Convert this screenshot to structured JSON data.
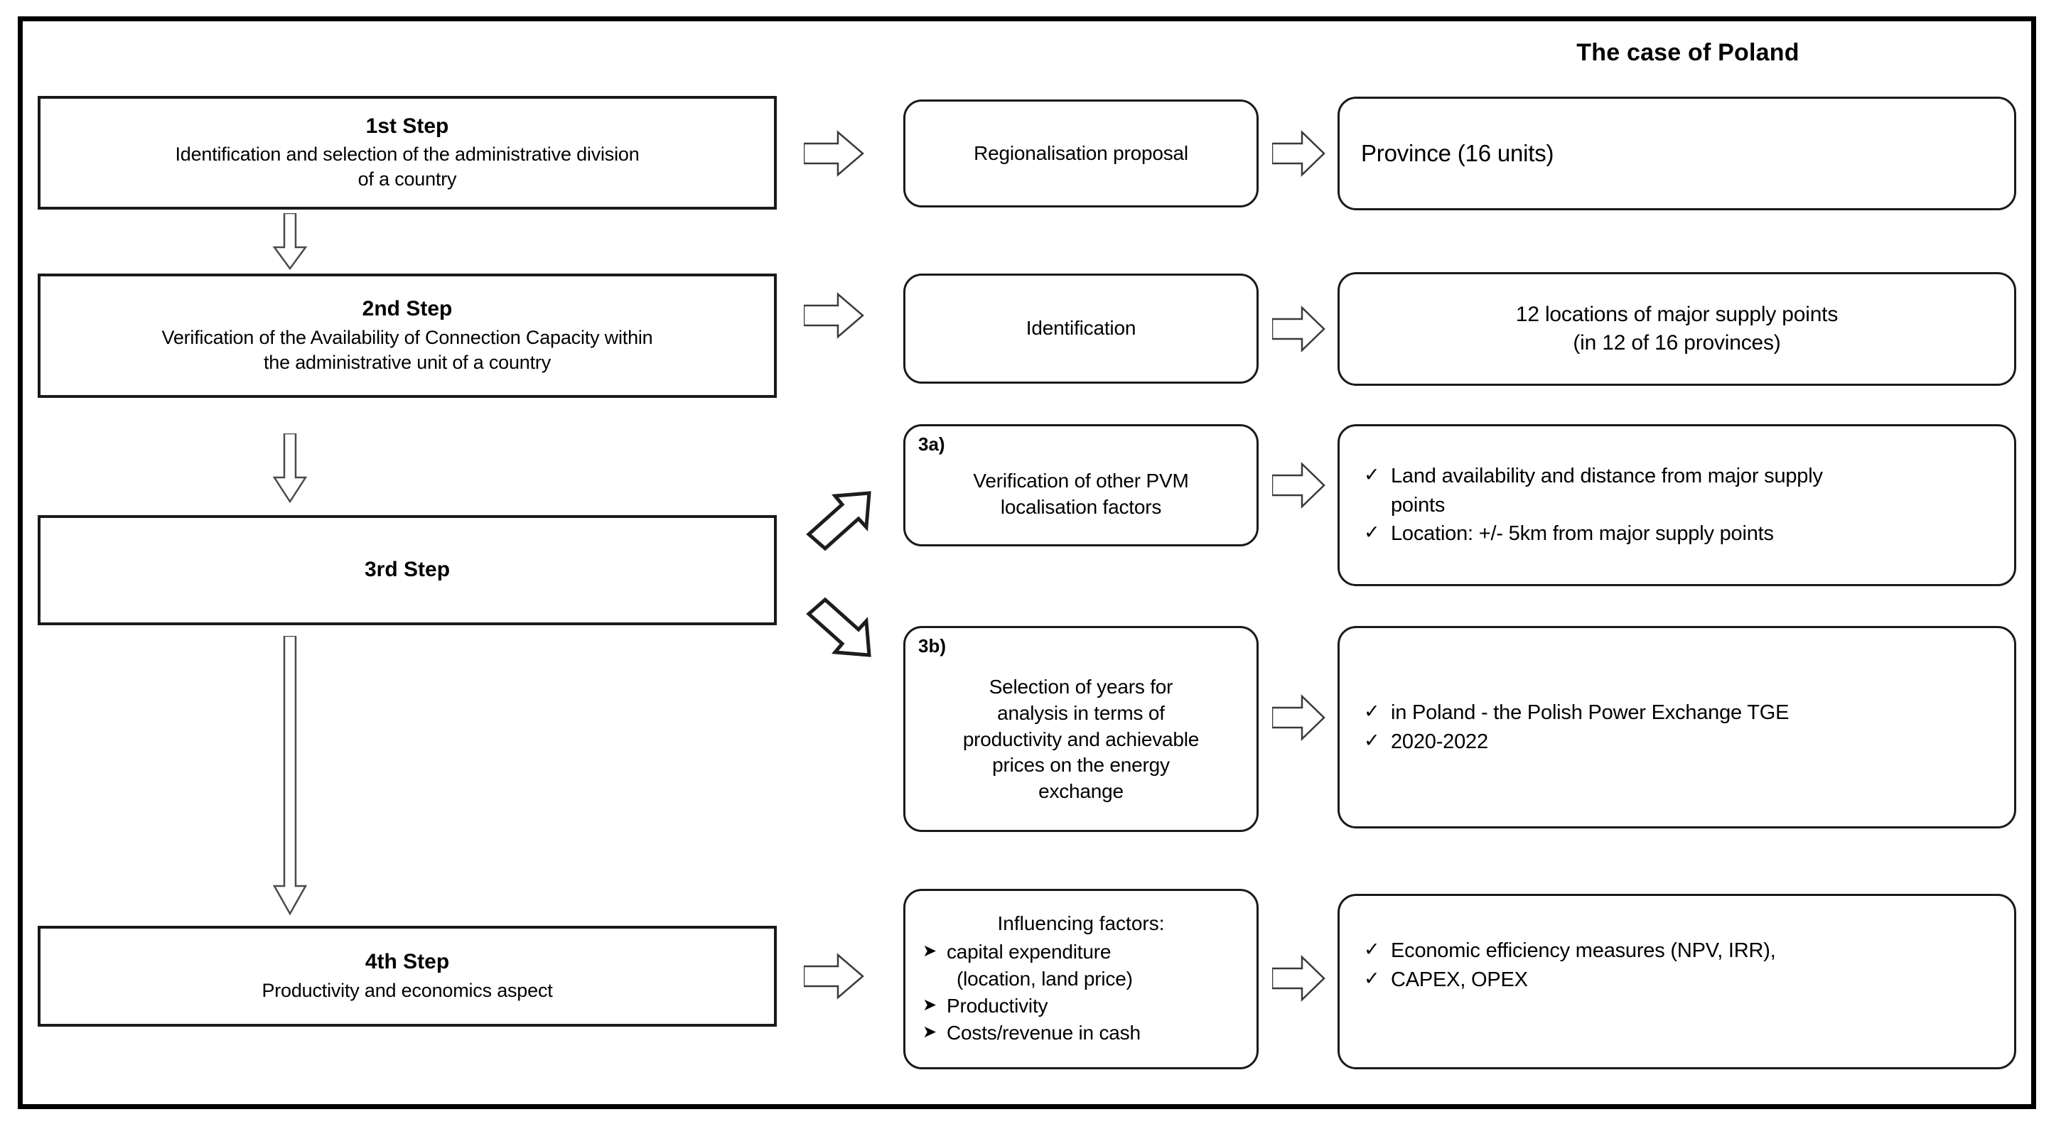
{
  "title": "The case of Poland",
  "steps": [
    {
      "id": "step1",
      "heading": "1st Step",
      "description_line1": "Identification and selection of the administrative division",
      "description_line2": "of a country"
    },
    {
      "id": "step2",
      "heading": "2nd Step",
      "description_line1": "Verification of the Availability of Connection Capacity within",
      "description_line2": "the administrative unit of a country"
    },
    {
      "id": "step3",
      "heading": "3rd Step",
      "description_line1": "",
      "description_line2": ""
    },
    {
      "id": "step4",
      "heading": "4th Step",
      "description_line1": "Productivity and economics aspect",
      "description_line2": ""
    }
  ],
  "middle": [
    {
      "id": "mid1",
      "tag": "",
      "label_line1": "Regionalisation proposal",
      "label_line2": "",
      "label_line3": "",
      "label_line4": "",
      "label_line5": ""
    },
    {
      "id": "mid2",
      "tag": "",
      "label_line1": "Identification",
      "label_line2": "",
      "label_line3": "",
      "label_line4": "",
      "label_line5": ""
    },
    {
      "id": "mid3a",
      "tag": "3a)",
      "label_line1": "Verification of other PVM",
      "label_line2": "localisation factors",
      "label_line3": "",
      "label_line4": "",
      "label_line5": ""
    },
    {
      "id": "mid3b",
      "tag": "3b)",
      "label_line1": "Selection of years for",
      "label_line2": "analysis in terms of",
      "label_line3": "productivity and achievable",
      "label_line4": "prices on the energy",
      "label_line5": "exchange"
    }
  ],
  "influencing": {
    "heading": "Influencing factors:",
    "bullet_glyph": "➤",
    "items": [
      {
        "text": "capital expenditure",
        "continuation": "(location, land price)"
      },
      {
        "text": "Productivity",
        "continuation": ""
      },
      {
        "text": "Costs/revenue in cash",
        "continuation": ""
      }
    ]
  },
  "results": [
    {
      "id": "res1",
      "kind": "plain",
      "line1": "Province (16 units)",
      "line2": ""
    },
    {
      "id": "res2",
      "kind": "centered",
      "line1": "12 locations of major supply points",
      "line2": "(in 12 of 16 provinces)"
    },
    {
      "id": "res3a",
      "kind": "checklist",
      "check_glyph": "✓",
      "items": [
        {
          "line1": "Land availability and distance from major supply",
          "line2": "points"
        },
        {
          "line1": "Location: +/- 5km from major supply points",
          "line2": ""
        }
      ]
    },
    {
      "id": "res3b",
      "kind": "checklist",
      "check_glyph": "✓",
      "items": [
        {
          "line1": "in Poland - the Polish Power Exchange TGE",
          "line2": ""
        },
        {
          "line1": "2020-2022",
          "line2": ""
        }
      ]
    },
    {
      "id": "res4",
      "kind": "checklist",
      "check_glyph": "✓",
      "items": [
        {
          "line1": "Economic efficiency measures (NPV,  IRR),",
          "line2": ""
        },
        {
          "line1": " CAPEX, OPEX",
          "line2": ""
        }
      ]
    }
  ],
  "arrows": {
    "right_glyph": "⇨",
    "down_glyph": "⇩",
    "up_right_glyph": "↗",
    "down_right_glyph": "↘"
  },
  "colors": {
    "stroke": "#000000",
    "text": "#000000",
    "background": "#ffffff",
    "arrow_fill": "#ffffff",
    "arrow_stroke": "#3a3a3a"
  }
}
